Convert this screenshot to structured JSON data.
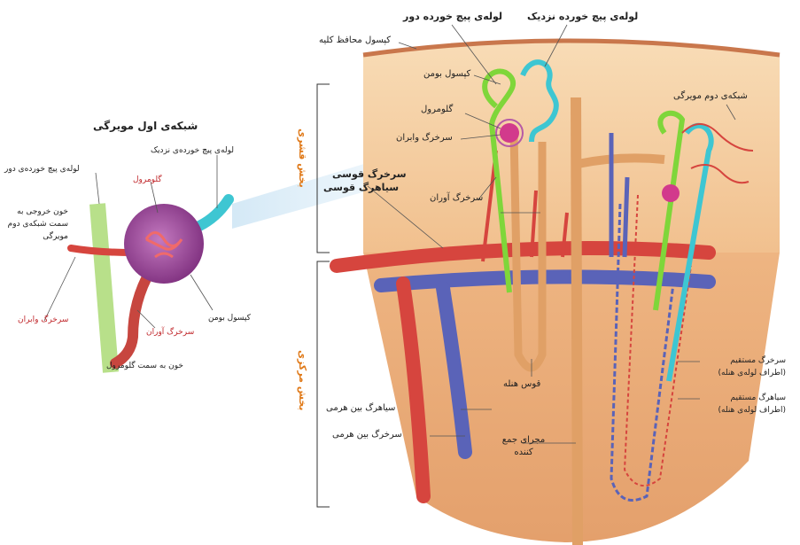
{
  "colors": {
    "cortex": "#f6d2a6",
    "medulla": "#e9a878",
    "artery": "#d6453e",
    "vein": "#5a63b8",
    "distal_tubule": "#7fd63a",
    "proximal_tubule": "#3ec6d2",
    "glomerulus": "#d23a8c",
    "collecting_duct": "#e0a066",
    "region_label": "#e07a1a"
  },
  "left_detail": {
    "title": "شبکه‌ی اول مویرگی",
    "proximal_tubule": "لوله‌ی پیچ خورده‌ی نزدیک",
    "distal_tubule": "لوله‌ی پیچ خورده‌ی دور",
    "glomerulus": "گلومرول",
    "outflow_blood": "خون خروجی به سمت شبکه‌ی دوم مویرگی",
    "efferent_arteriole": "سرخرگ وابران",
    "afferent_arteriole": "سرخرگ آوران",
    "bowman_capsule": "کپسول بومن",
    "blood_to_glomerulus": "خون به سمت گلومرول"
  },
  "main_diagram": {
    "distal_tubule": "لوله‌ی پیچ خورده دور",
    "proximal_tubule": "لوله‌ی پیچ خورده نزدیک",
    "kidney_capsule": "کپسول محافظ کلیه",
    "bowman_capsule": "کپسول بومن",
    "glomerulus": "گلومرول",
    "efferent_arteriole": "سرخرگ وابران",
    "arcuate_artery": "سرخرگ قوسی",
    "arcuate_vein": "سیاهرگ قوسی",
    "afferent_arteriole": "سرخرگ آوران",
    "second_capillary_network": "شبکه‌ی دوم مویرگی",
    "cortex_region": "بخش قشری",
    "medulla_region": "بخش مرکزی",
    "loop_of_henle": "قوس هنله",
    "interlobar_vein": "سیاهرگ بین هرمی",
    "interlobar_artery": "سرخرگ بین هرمی",
    "collecting_duct": "مجرای جمع کننده",
    "vasa_recta_artery": "سرخرگ مستقیم (اطراف لوله‌ی هنله)",
    "vasa_recta_vein": "سیاهرگ مستقیم (اطراف لوله‌ی هنله)"
  }
}
